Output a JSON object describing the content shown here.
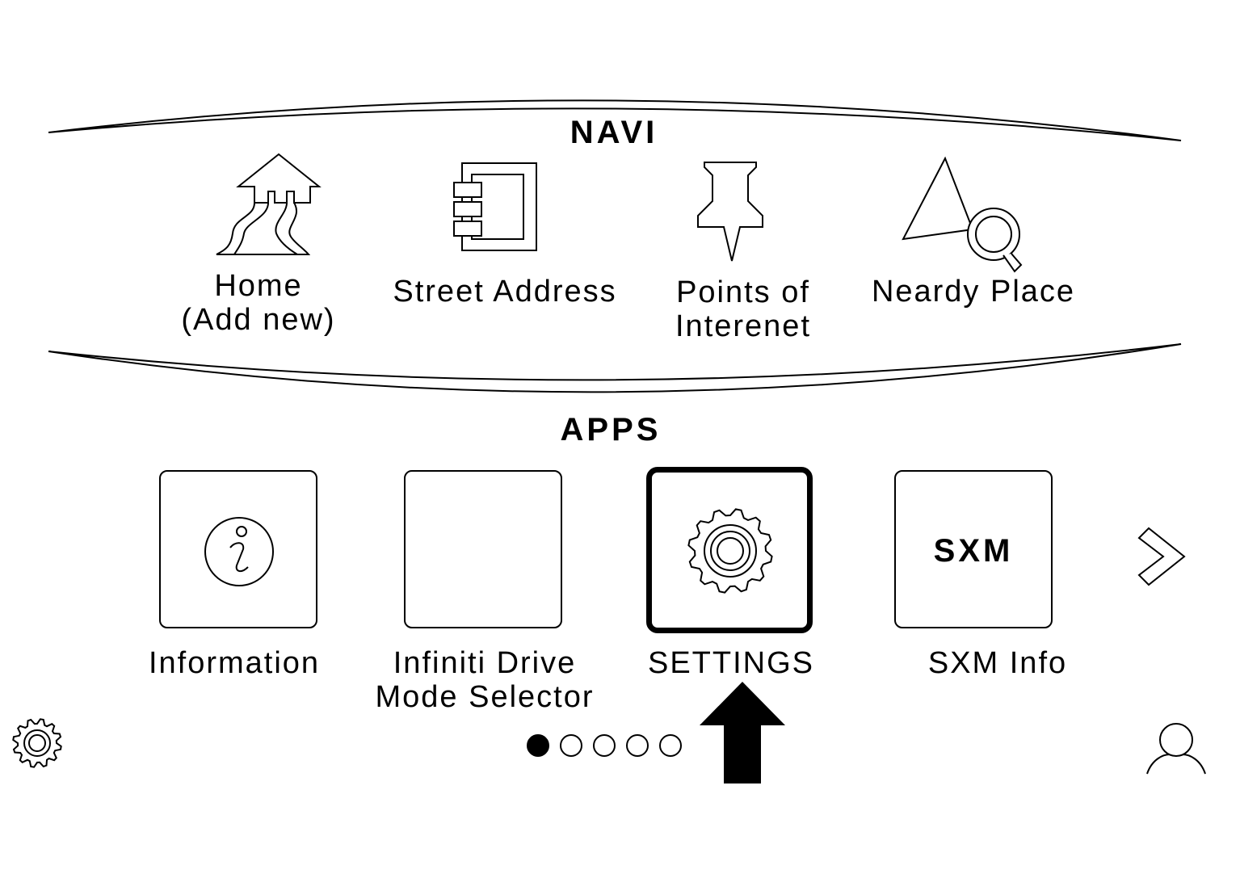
{
  "navi": {
    "title": "NAVI",
    "items": [
      {
        "label": "Home\n(Add new)",
        "icon": "home-road-icon"
      },
      {
        "label": "Street Address",
        "icon": "address-book-icon"
      },
      {
        "label": "Points of\nInterenet",
        "icon": "pushpin-icon"
      },
      {
        "label": "Neardy Place",
        "icon": "nearby-search-icon"
      }
    ]
  },
  "apps": {
    "title": "APPS",
    "items": [
      {
        "label": "Information",
        "icon": "info-icon"
      },
      {
        "label": "Infiniti Drive\nMode Selector",
        "icon": ""
      },
      {
        "label": "SETTINGS",
        "icon": "gear-icon",
        "selected": true
      },
      {
        "label": "SXM Info",
        "icon_text": "SXM"
      }
    ]
  },
  "pagination": {
    "pages": 5,
    "current": 1
  },
  "colors": {
    "foreground": "#000000",
    "background": "#ffffff"
  }
}
